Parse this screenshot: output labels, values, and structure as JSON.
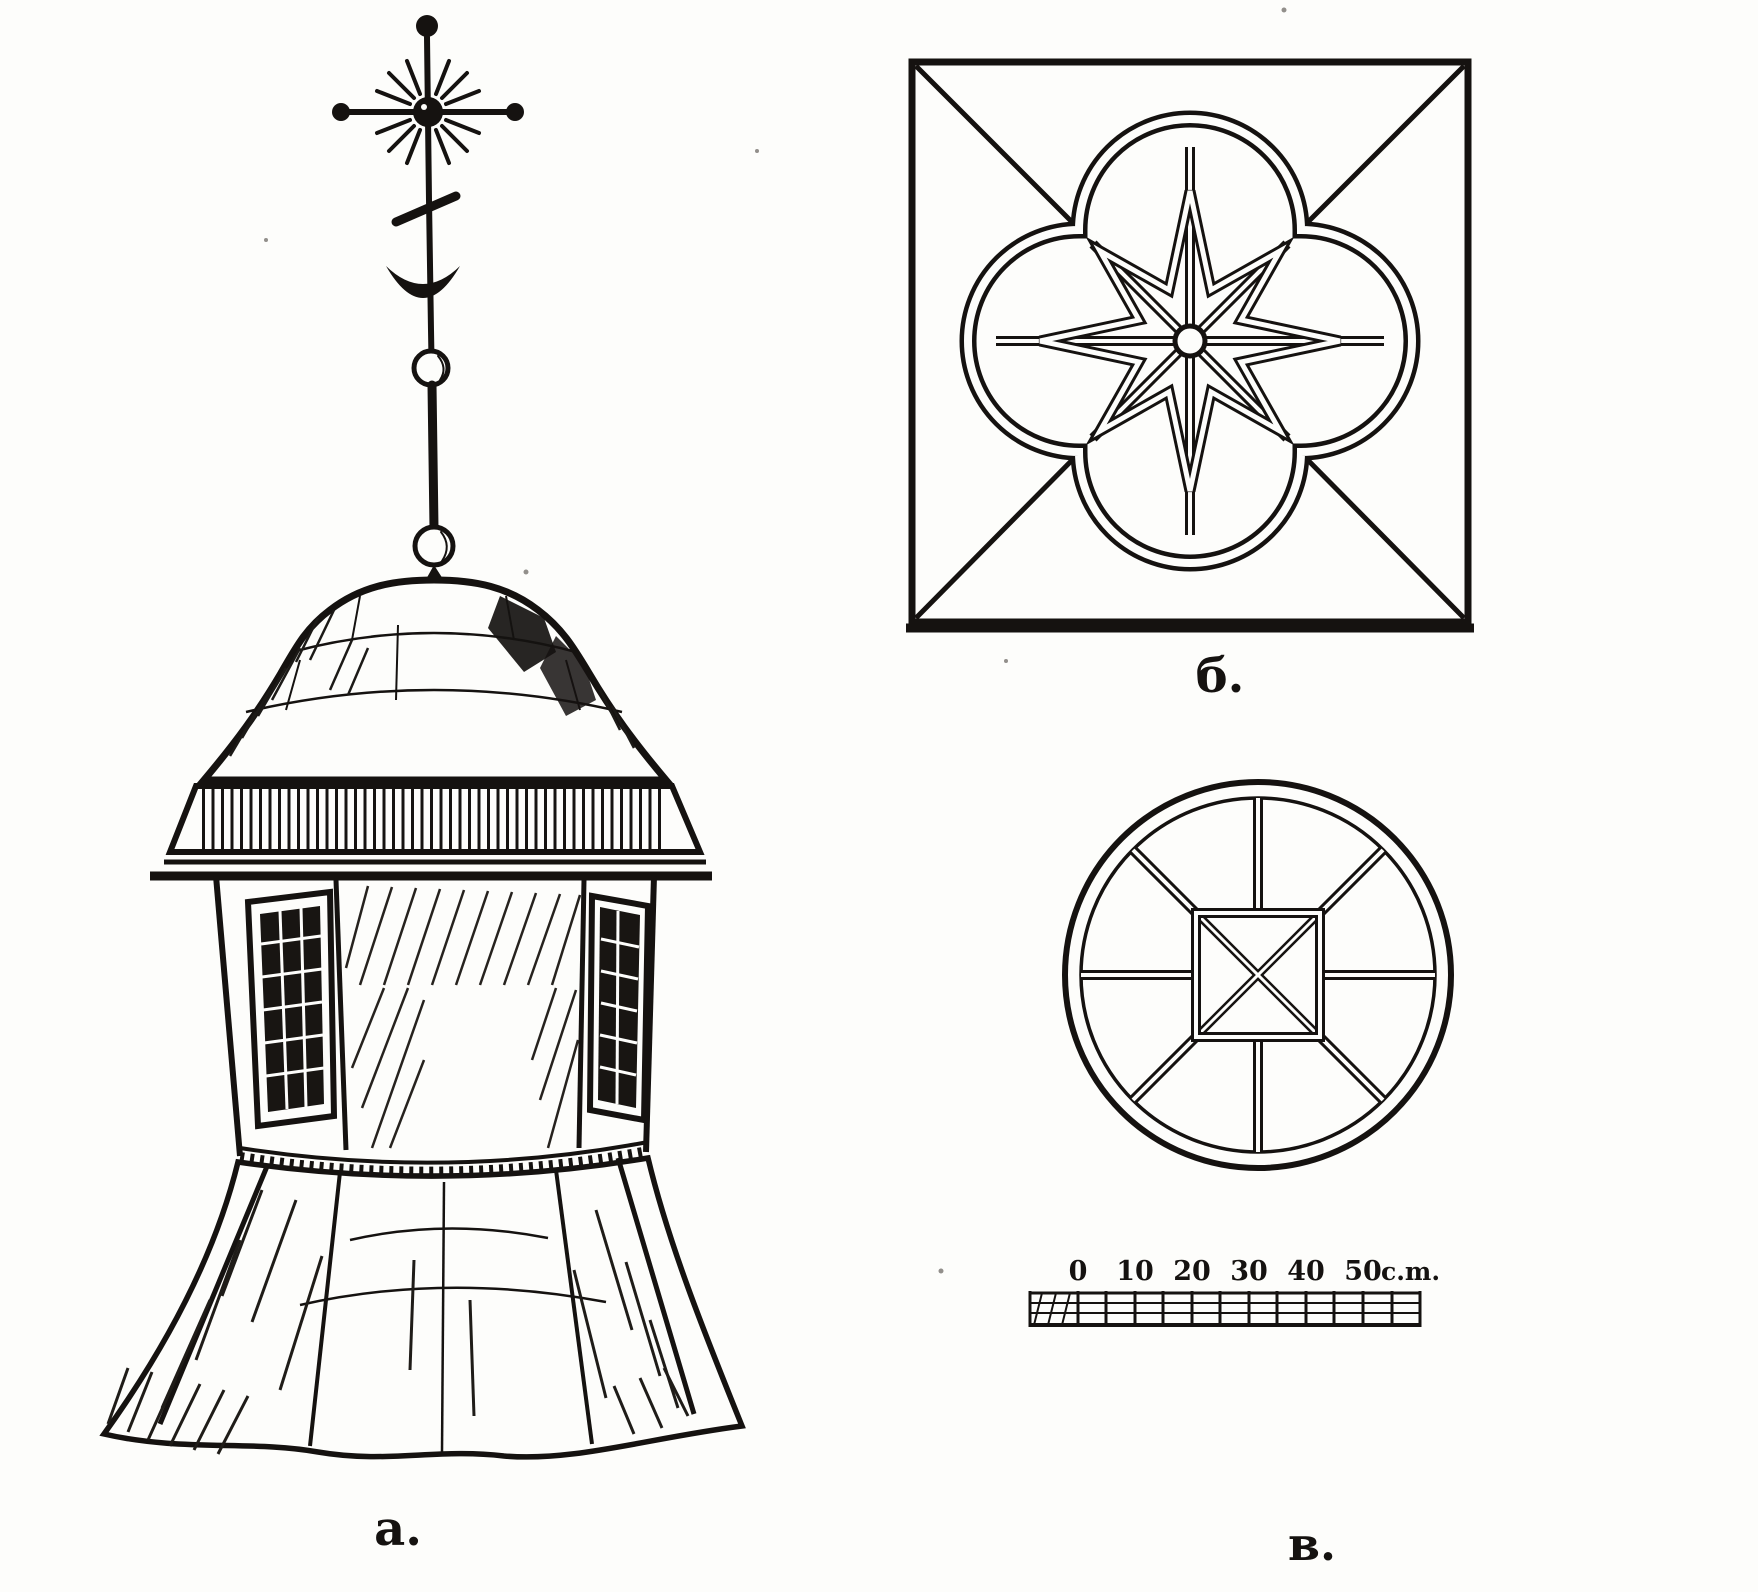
{
  "plate": {
    "description_visible_text_only": true
  },
  "figures": {
    "a": {
      "label": "а."
    },
    "b": {
      "label": "б."
    },
    "v": {
      "label": "в."
    }
  },
  "scale_bar": {
    "tick_labels": [
      "0",
      "10",
      "20",
      "30",
      "40",
      "50"
    ],
    "unit": "c.m."
  },
  "colors": {
    "ink": "#151210",
    "paper": "#fdfdfb",
    "pane_dark": "#181512"
  }
}
